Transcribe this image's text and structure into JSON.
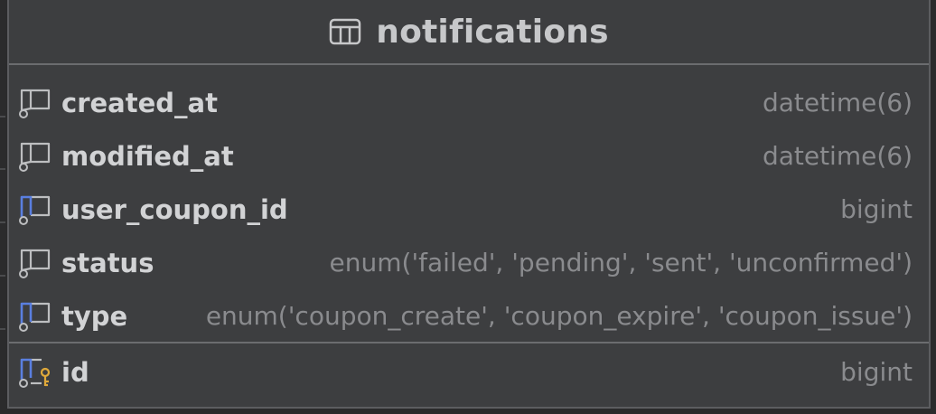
{
  "table": {
    "title": "notifications",
    "icon": "table-icon"
  },
  "columns": [
    {
      "name": "created_at",
      "type": "datetime(6)",
      "icon": "column-icon",
      "foreign_key": false
    },
    {
      "name": "modified_at",
      "type": "datetime(6)",
      "icon": "column-icon",
      "foreign_key": false
    },
    {
      "name": "user_coupon_id",
      "type": "bigint",
      "icon": "foreign-key-column-icon",
      "foreign_key": true
    },
    {
      "name": "status",
      "type": "enum('failed', 'pending', 'sent', 'unconfirmed')",
      "icon": "column-icon",
      "foreign_key": false
    },
    {
      "name": "type",
      "type": "enum('coupon_create', 'coupon_expire', 'coupon_issue')",
      "icon": "foreign-key-column-icon",
      "foreign_key": true
    }
  ],
  "primary_key": {
    "name": "id",
    "type": "bigint",
    "icon": "primary-key-column-icon"
  },
  "colors": {
    "background": "#2b2b2c",
    "card": "#3d3e40",
    "border": "#6b6c6f",
    "name_text": "#d2d3d5",
    "type_text": "#8a8b8e",
    "foreign_key_accent": "#5a7fe0",
    "key_accent": "#e0a93a"
  }
}
